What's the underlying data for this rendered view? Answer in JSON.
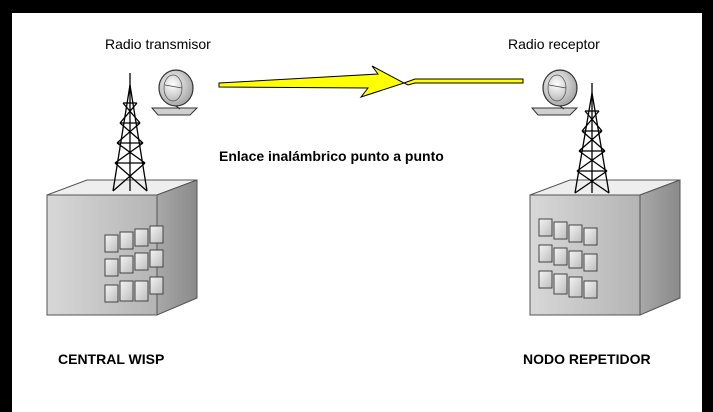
{
  "labels": {
    "transmitter": "Radio transmisor",
    "receiver": "Radio receptor",
    "link": "Enlace inalámbrico punto a punto",
    "central": "CENTRAL WISP",
    "node": "NODO REPETIDOR"
  },
  "icons": {
    "tower": "antenna-tower-icon",
    "building": "office-building-icon",
    "dish": "satellite-dish-icon",
    "link": "lightning-bolt-icon"
  },
  "colors": {
    "border": "#000000",
    "background": "#ffffff",
    "bolt_fill": "#ffff00",
    "building_front": "#c8c8c8",
    "building_side": "#9a9a9a",
    "building_roof": "#eeeeee"
  }
}
